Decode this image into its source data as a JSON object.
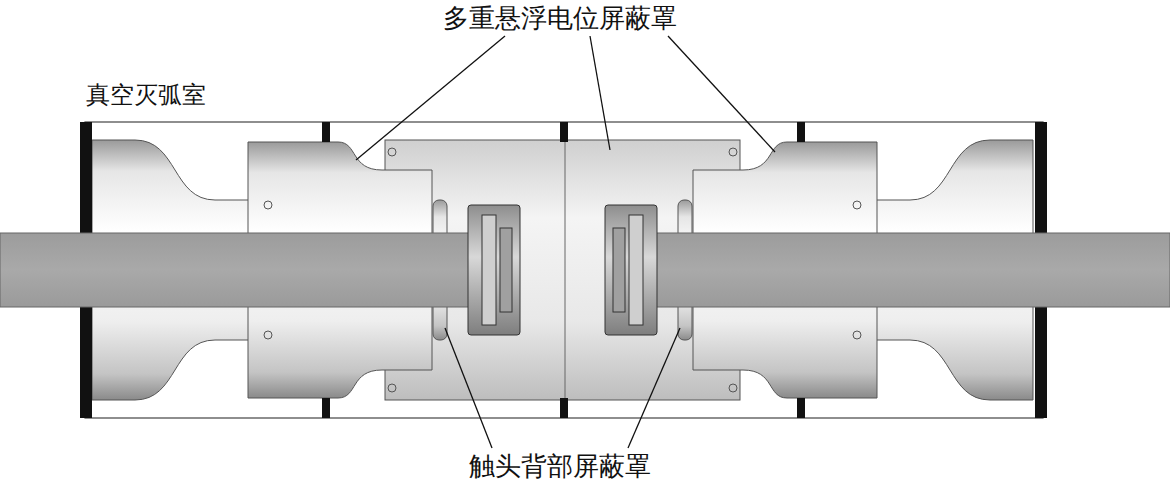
{
  "diagram": {
    "labels": [
      "多重悬浮电位屏蔽罩",
      "真空灭弧室",
      "触头背部屏蔽罩"
    ]
  }
}
